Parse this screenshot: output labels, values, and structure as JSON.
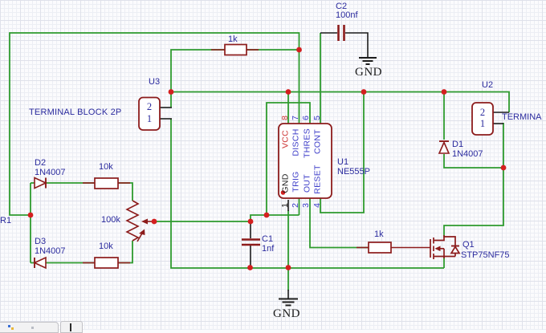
{
  "schematic": {
    "labels": {
      "c2_ref": "C2",
      "c2_val": "100nf",
      "r_top_val": "1k",
      "u3_ref": "U3",
      "u3_name": "TERMINAL BLOCK 2P",
      "gnd_top": "GND",
      "u2_ref": "U2",
      "u2_name": "TERMINA",
      "d1_ref": "D1",
      "d1_val": "1N4007",
      "u1_ref": "U1",
      "u1_val": "NE555P",
      "d2_ref": "D2",
      "d2_val": "1N4007",
      "r10k_top_val": "10k",
      "pot_val": "100k",
      "r1_ref": "R1",
      "d3_ref": "D3",
      "d3_val": "1N4007",
      "r10k_bot_val": "10k",
      "c1_ref": "C1",
      "c1_val": "1nf",
      "r_gate_val": "1k",
      "q1_ref": "Q1",
      "q1_val": "STP75NF75",
      "gnd_bottom": "GND"
    },
    "ic": {
      "top_numbers": [
        "8",
        "7",
        "6",
        "5"
      ],
      "top_names": [
        "VCC",
        "DISCH",
        "THRES",
        "CONT"
      ],
      "bottom_numbers": [
        "1",
        "2",
        "3",
        "4"
      ],
      "bottom_names": [
        "GND",
        "TRIG",
        "OUT",
        "RESET"
      ]
    },
    "u3_pins": [
      "2",
      "1"
    ],
    "u2_pins": [
      "2",
      "1"
    ],
    "colors": {
      "wire": "#2e9b2e",
      "component": "#8c1b1b",
      "junction": "#d41f1f",
      "label": "#2b2b9e",
      "pin_name_blue": "#3c3cc8",
      "pin_name_red": "#cc3434",
      "lead_black": "#1c1c1c"
    }
  }
}
